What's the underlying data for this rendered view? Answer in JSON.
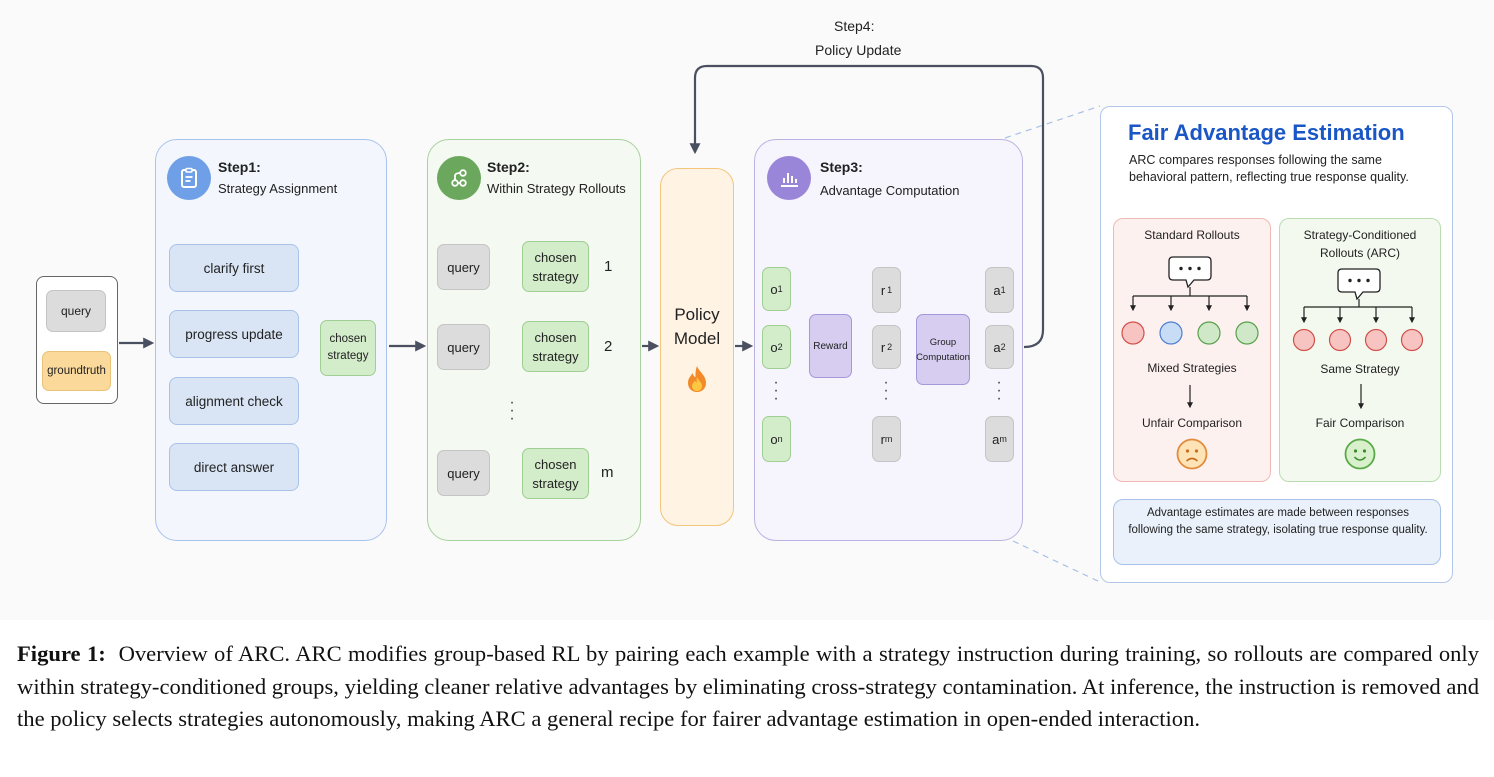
{
  "step4": {
    "title": "Step4:",
    "subtitle": "Policy Update"
  },
  "inputs": {
    "query": "query",
    "groundtruth": "groundtruth"
  },
  "step1": {
    "title": "Step1:",
    "subtitle": "Strategy Assignment",
    "strategies": [
      "clarify first",
      "progress update",
      "alignment check",
      "direct answer"
    ],
    "chosen": "chosen strategy"
  },
  "step2": {
    "title": "Step2:",
    "subtitle": "Within Strategy Rollouts",
    "rows": [
      {
        "query": "query",
        "chosen": "chosen strategy",
        "index": "1"
      },
      {
        "query": "query",
        "chosen": "chosen strategy",
        "index": "2"
      },
      {
        "query": "query",
        "chosen": "chosen strategy",
        "index": "m"
      }
    ]
  },
  "policy": {
    "line1": "Policy",
    "line2": "Model",
    "icon": "fire-icon"
  },
  "step3": {
    "title": "Step3:",
    "subtitle": "Advantage Computation",
    "reward": "Reward",
    "group": "Group Computation",
    "outputs": [
      {
        "base": "o",
        "sub": "1"
      },
      {
        "base": "o",
        "sub": "2"
      },
      {
        "base": "o",
        "sub": "n"
      }
    ],
    "rewards": [
      {
        "base": "r",
        "sub": "1"
      },
      {
        "base": "r",
        "sub": "2"
      },
      {
        "base": "r",
        "sub": "m"
      }
    ],
    "advantages": [
      {
        "base": "a",
        "sub": "1"
      },
      {
        "base": "a",
        "sub": "2"
      },
      {
        "base": "a",
        "sub": "m"
      }
    ]
  },
  "fair": {
    "title": "Fair Advantage Estimation",
    "description": "ARC compares responses following the same behavioral pattern, reflecting true response quality.",
    "standard": {
      "title": "Standard Rollouts",
      "label": "Mixed Strategies",
      "result": "Unfair Comparison",
      "colors": [
        "#f7c4c2",
        "#c8dcf6",
        "#cfe8c8",
        "#cfe8c8"
      ]
    },
    "arc": {
      "title": "Strategy-Conditioned Rollouts (ARC)",
      "label": "Same Strategy",
      "result": "Fair Comparison",
      "colors": [
        "#f7c4c2",
        "#f7c4c2",
        "#f7c4c2",
        "#f7c4c2"
      ]
    },
    "note": "Advantage estimates are made between responses following the same strategy, isolating true response quality."
  },
  "caption": {
    "label": "Figure 1:",
    "text": "Overview of ARC. ARC modifies group-based RL by pairing each example with a strategy instruction during training, so rollouts are compared only within strategy-conditioned groups, yielding cleaner relative advantages by eliminating cross-strategy contamination. At inference, the instruction is removed and the policy selects strategies autonomously, making ARC a general recipe for fairer advantage estimation in open-ended interaction."
  }
}
